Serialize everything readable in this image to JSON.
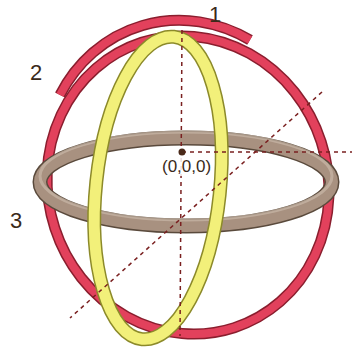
{
  "diagram": {
    "labels": [
      "1",
      "2",
      "3",
      "(0,0,0)"
    ]
  }
}
